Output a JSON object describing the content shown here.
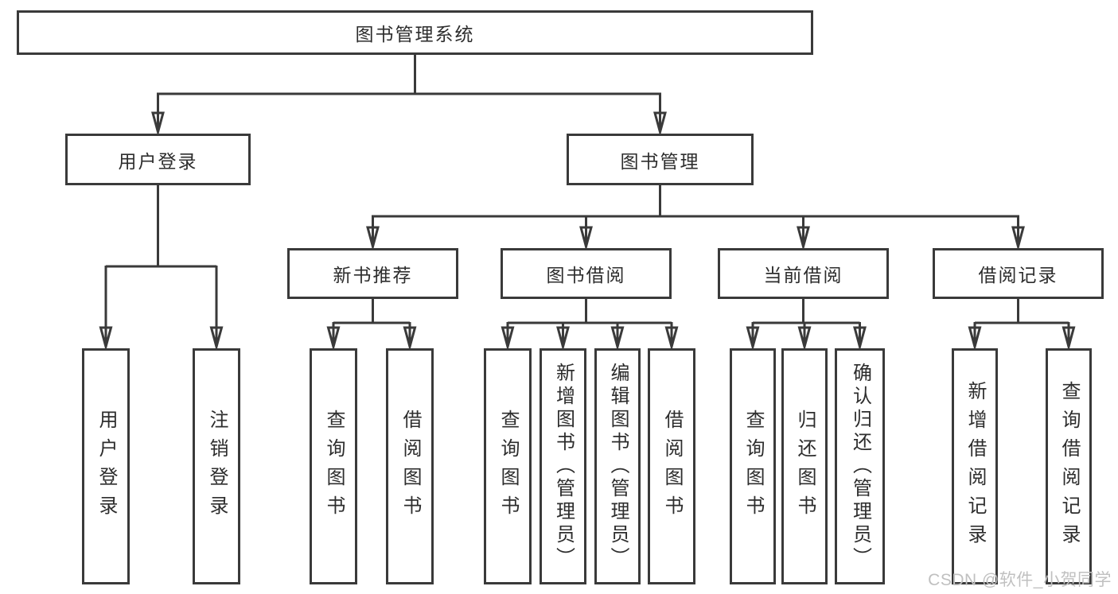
{
  "diagram": {
    "type": "hierarchy-tree",
    "tree": {
      "label": "图书管理系统",
      "children": [
        {
          "label": "用户登录",
          "children": [
            {
              "label": "用户登录"
            },
            {
              "label": "注销登录"
            }
          ]
        },
        {
          "label": "图书管理",
          "children": [
            {
              "label": "新书推荐",
              "children": [
                {
                  "label": "查询图书"
                },
                {
                  "label": "借阅图书"
                }
              ]
            },
            {
              "label": "图书借阅",
              "children": [
                {
                  "label": "查询图书"
                },
                {
                  "label": "新增图书（管理员）"
                },
                {
                  "label": "编辑图书（管理员）"
                },
                {
                  "label": "借阅图书"
                }
              ]
            },
            {
              "label": "当前借阅",
              "children": [
                {
                  "label": "查询图书"
                },
                {
                  "label": "归还图书"
                },
                {
                  "label": "确认归还（管理员）"
                }
              ]
            },
            {
              "label": "借阅记录",
              "children": [
                {
                  "label": "新增借阅记录"
                },
                {
                  "label": "查询借阅记录"
                }
              ]
            }
          ]
        }
      ]
    },
    "colors": {
      "line": "#3a3a3a",
      "box_border": "#3a3a3a",
      "text": "#2d2d2d",
      "background": "#ffffff",
      "watermark": "#c0c0c0"
    }
  },
  "watermark": {
    "text": "CSDN @软件_小贺同学"
  }
}
